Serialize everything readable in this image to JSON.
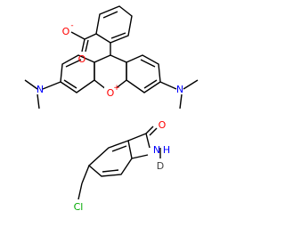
{
  "colors": {
    "bond": "#000000",
    "oxygen": "#ff0000",
    "nitrogen": "#0000ff",
    "chlorine": "#00aa00",
    "deuterium": "#404040"
  },
  "molecule_1": {
    "carboxylate_O_top": "O",
    "carboxylate_charge": "-",
    "carboxylate_O_lower": "O",
    "nitrogen_left": "N",
    "nitrogen_right": "N",
    "ring_oxygen": "O",
    "ring_charge": "+"
  },
  "molecule_2": {
    "carbonyl_O": "O",
    "amide_N": "N",
    "amide_H": "H",
    "deuterium": "D",
    "chlorine": "Cl"
  }
}
